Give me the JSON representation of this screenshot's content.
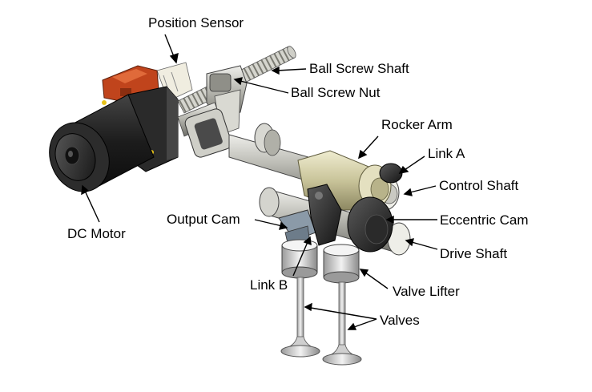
{
  "labels": {
    "position_sensor": "Position Sensor",
    "ball_screw_shaft": "Ball Screw Shaft",
    "ball_screw_nut": "Ball Screw Nut",
    "rocker_arm": "Rocker Arm",
    "link_a": "Link A",
    "control_shaft": "Control Shaft",
    "eccentric_cam": "Eccentric Cam",
    "drive_shaft": "Drive Shaft",
    "output_cam": "Output Cam",
    "dc_motor": "DC Motor",
    "link_b": "Link B",
    "valve_lifter": "Valve Lifter",
    "valves": "Valves"
  },
  "colors": {
    "motor_body": "#222222",
    "motor_cap": "#3a3a3a",
    "sensor_housing": "#c0441c",
    "shaft_metal": "#b8b8b0",
    "tan_part": "#c9c49a",
    "dark_cam": "#2e2e2e",
    "valve_metal": "#d6d6d6",
    "leader": "#000000"
  }
}
